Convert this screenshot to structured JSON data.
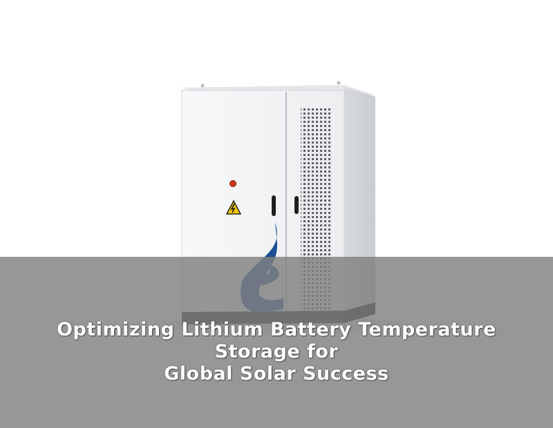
{
  "image": {
    "subject": "outdoor-battery-storage-cabinet",
    "colors": {
      "cabinet": "#f2f3f4",
      "cabinet_side": "#dcdfe2",
      "base": "#2a2a2a",
      "logo_blue": "#1d4f92",
      "warning_yellow": "#f4c80a",
      "stop_button": "#d0361d",
      "overlay": "#808080"
    }
  },
  "caption": {
    "line1": "Optimizing Lithium Battery Temperature Storage for",
    "line2": "Global Solar Success"
  }
}
